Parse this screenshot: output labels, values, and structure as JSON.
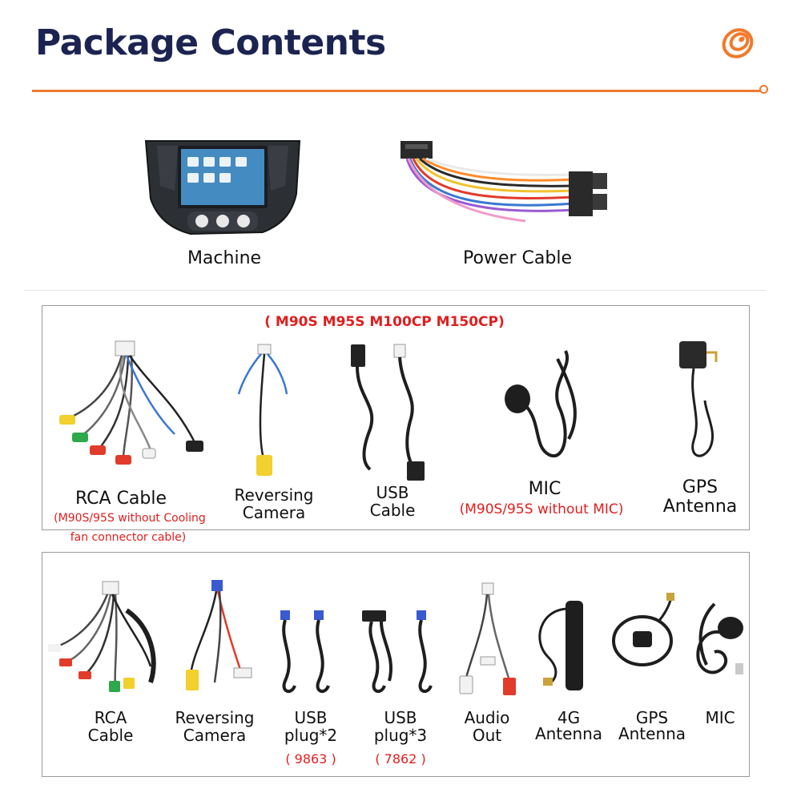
{
  "header": {
    "title": "Package Contents",
    "accent_color": "#f07a2a",
    "title_color": "#1b2451",
    "logo_icon": "orange-spiral-logo-icon"
  },
  "top_items": [
    {
      "label": "Machine",
      "icon": "head-unit-icon"
    },
    {
      "label": "Power Cable",
      "icon": "power-harness-icon"
    }
  ],
  "panel1": {
    "model_note": "( M90S M95S M100CP M150CP)",
    "items": [
      {
        "label": "RCA Cable",
        "note_line1": "(M90S/95S without Cooling",
        "note_line2": "fan connector cable)",
        "icon": "rca-cable-icon"
      },
      {
        "label_line1": "Reversing",
        "label_line2": "Camera",
        "icon": "reversing-camera-cable-icon"
      },
      {
        "label_line1": "USB",
        "label_line2": "Cable",
        "icon": "usb-cable-icon"
      },
      {
        "label": "MIC",
        "note": "(M90S/95S without MIC)",
        "icon": "microphone-icon"
      },
      {
        "label_line1": "GPS",
        "label_line2": "Antenna",
        "icon": "gps-antenna-icon"
      }
    ]
  },
  "panel2": {
    "items": [
      {
        "label_line1": "RCA",
        "label_line2": "Cable",
        "icon": "rca-cable-icon"
      },
      {
        "label_line1": "Reversing",
        "label_line2": "Camera",
        "icon": "reversing-camera-cable-icon"
      },
      {
        "label_line1": "USB",
        "label_line2": "plug*2",
        "note": "( 9863 )",
        "icon": "usb-plug-icon"
      },
      {
        "label_line1": "USB",
        "label_line2": "plug*3",
        "note": "( 7862 )",
        "icon": "usb-plug-icon"
      },
      {
        "label_line1": "Audio",
        "label_line2": "Out",
        "icon": "audio-out-cable-icon"
      },
      {
        "label_line1": "4G",
        "label_line2": "Antenna",
        "icon": "4g-antenna-icon"
      },
      {
        "label_line1": "GPS",
        "label_line2": "Antenna",
        "icon": "gps-antenna-icon"
      },
      {
        "label": "MIC",
        "icon": "microphone-icon"
      }
    ]
  }
}
